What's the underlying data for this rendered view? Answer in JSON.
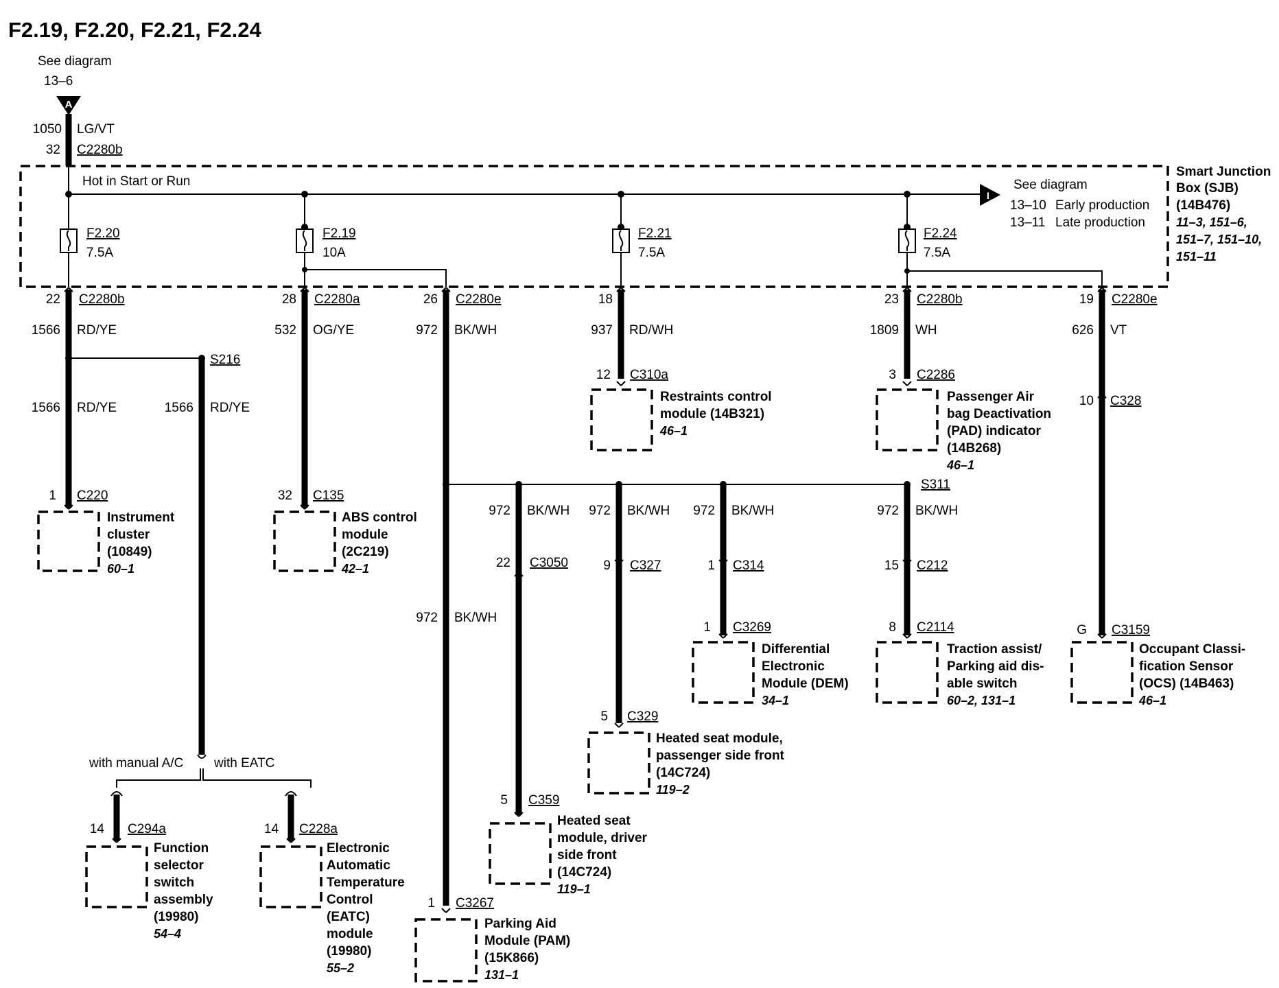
{
  "title": "F2.19, F2.20, F2.21, F2.24",
  "see_top": {
    "label": "See diagram",
    "ref": "13–6",
    "tag": "A"
  },
  "feed": {
    "wire": "1050",
    "color": "LG/VT",
    "pin": "32",
    "conn": "C2280b"
  },
  "sjb": {
    "hot": "Hot in Start or Run",
    "see": "See diagram",
    "see_tag": "I",
    "early_ref": "13–10",
    "early": "Early production",
    "late_ref": "13–11",
    "late": "Late production",
    "name1": "Smart Junction",
    "name2": "Box (SJB)",
    "name3": "(14B476)",
    "refs1": "11–3, 151–6,",
    "refs2": "151–7, 151–10,",
    "refs3": "151–11"
  },
  "fuses": [
    {
      "name": "F2.20",
      "rating": "7.5A"
    },
    {
      "name": "F2.19",
      "rating": "10A"
    },
    {
      "name": "F2.21",
      "rating": "7.5A"
    },
    {
      "name": "F2.24",
      "rating": "7.5A"
    }
  ],
  "sjb_outputs": [
    {
      "pin": "22",
      "conn": "C2280b",
      "wire": "1566",
      "color": "RD/YE"
    },
    {
      "pin": "28",
      "conn": "C2280a",
      "wire": "532",
      "color": "OG/YE"
    },
    {
      "pin": "26",
      "conn": "C2280e",
      "wire": "972",
      "color": "BK/WH"
    },
    {
      "pin": "18",
      "conn": "",
      "wire": "937",
      "color": "RD/WH"
    },
    {
      "pin": "23",
      "conn": "C2280b",
      "wire": "1809",
      "color": "WH"
    },
    {
      "pin": "19",
      "conn": "C2280e",
      "wire": "626",
      "color": "VT"
    }
  ],
  "splices": {
    "s216": "S216",
    "s311": "S311"
  },
  "branch_wires": [
    {
      "wire": "1566",
      "color": "RD/YE"
    },
    {
      "wire": "1566",
      "color": "RD/YE"
    },
    {
      "wire": "972",
      "color": "BK/WH"
    },
    {
      "wire": "972",
      "color": "BK/WH"
    },
    {
      "wire": "972",
      "color": "BK/WH"
    },
    {
      "wire": "972",
      "color": "BK/WH"
    },
    {
      "wire": "972",
      "color": "BK/WH"
    }
  ],
  "inline": [
    {
      "pin": "10",
      "conn": "C328"
    },
    {
      "pin": "22",
      "conn": "C3050"
    },
    {
      "pin": "9",
      "conn": "C327"
    },
    {
      "pin": "1",
      "conn": "C314"
    },
    {
      "pin": "15",
      "conn": "C212"
    }
  ],
  "options": {
    "manual": "with manual A/C",
    "eatc": "with EATC"
  },
  "components": [
    {
      "pin": "1",
      "conn": "C220",
      "lines": [
        "Instrument",
        "cluster",
        "(10849)"
      ],
      "ref": "60–1"
    },
    {
      "pin": "32",
      "conn": "C135",
      "lines": [
        "ABS control",
        "module",
        "(2C219)"
      ],
      "ref": "42–1"
    },
    {
      "pin": "12",
      "conn": "C310a",
      "lines": [
        "Restraints control",
        "module (14B321)"
      ],
      "ref": "46–1"
    },
    {
      "pin": "3",
      "conn": "C2286",
      "lines": [
        "Passenger Air",
        "bag Deactivation",
        "(PAD) indicator",
        "(14B268)"
      ],
      "ref": "46–1"
    },
    {
      "pin": "G",
      "conn": "C3159",
      "lines": [
        "Occupant Classi-",
        "fication Sensor",
        "(OCS) (14B463)"
      ],
      "ref": "46–1"
    },
    {
      "pin": "1",
      "conn": "C3269",
      "lines": [
        "Differential",
        "Electronic",
        "Module (DEM)"
      ],
      "ref": "34–1"
    },
    {
      "pin": "8",
      "conn": "C2114",
      "lines": [
        "Traction assist/",
        "Parking aid dis-",
        "able switch"
      ],
      "ref": "60–2, 131–1"
    },
    {
      "pin": "5",
      "conn": "C329",
      "lines": [
        "Heated seat module,",
        "passenger side front",
        "(14C724)"
      ],
      "ref": "119–2"
    },
    {
      "pin": "5",
      "conn": "C359",
      "lines": [
        "Heated seat",
        "module, driver",
        "side front",
        "(14C724)"
      ],
      "ref": "119–1"
    },
    {
      "pin": "1",
      "conn": "C3267",
      "lines": [
        "Parking Aid",
        "Module (PAM)",
        "(15K866)"
      ],
      "ref": "131–1"
    },
    {
      "pin": "14",
      "conn": "C294a",
      "lines": [
        "Function",
        "selector",
        "switch",
        "assembly",
        "(19980)"
      ],
      "ref": "54–4"
    },
    {
      "pin": "14",
      "conn": "C228a",
      "lines": [
        "Electronic",
        "Automatic",
        "Temperature",
        "Control",
        "(EATC)",
        "module",
        "(19980)"
      ],
      "ref": "55–2"
    }
  ]
}
